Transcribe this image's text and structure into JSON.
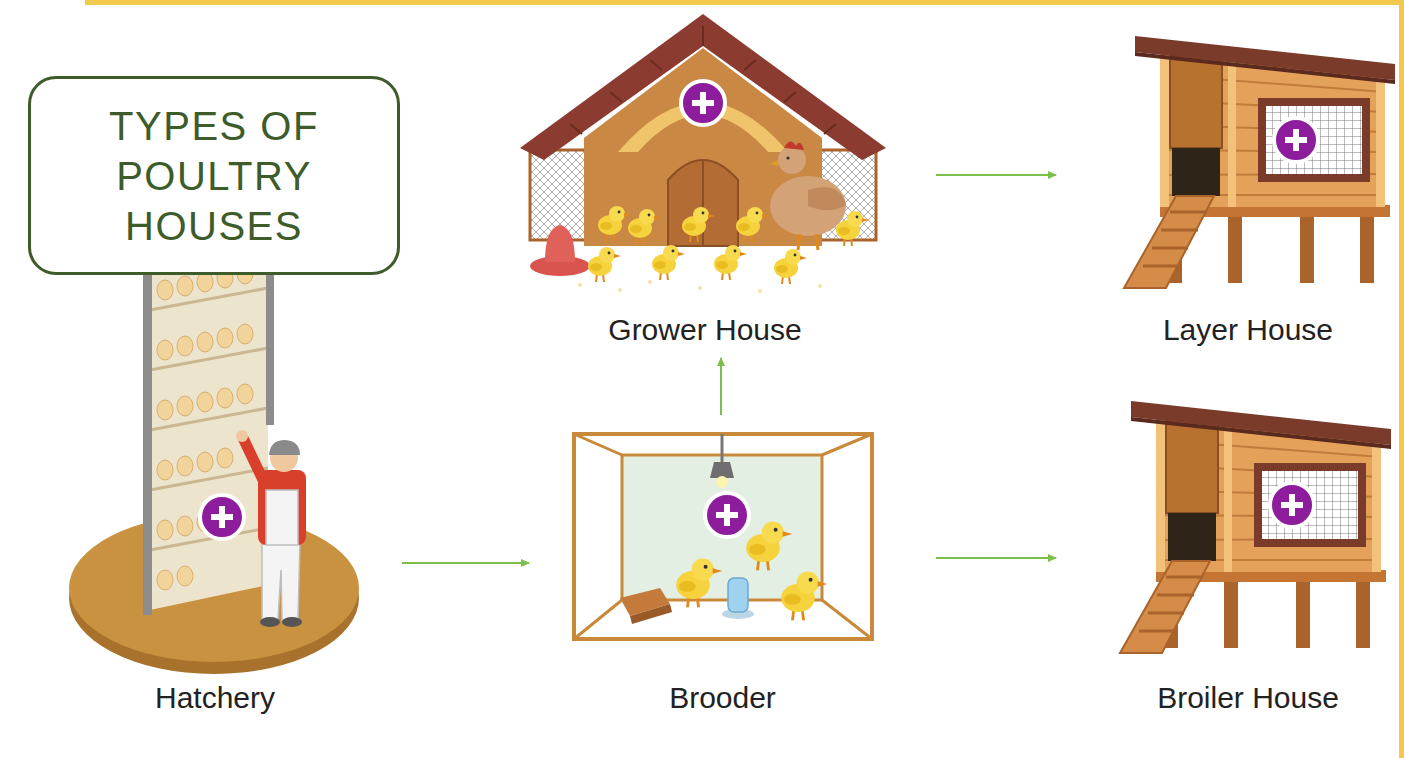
{
  "diagram": {
    "title": "TYPES OF POULTRY HOUSES",
    "nodes": [
      {
        "text": [
          "Grower House"
        ]
      },
      {
        "text": [
          "Layer House"
        ]
      },
      {
        "text": [
          "Hatchery"
        ]
      },
      {
        "text": [
          "Brooder"
        ]
      },
      {
        "text": [
          "Broiler House"
        ]
      }
    ],
    "edges": [
      {
        "from": 2,
        "to": 3,
        "arrow": "to"
      },
      {
        "from": 3,
        "to": 0,
        "arrow": "to"
      },
      {
        "from": 3,
        "to": 4,
        "arrow": "to"
      },
      {
        "from": 0,
        "to": 1,
        "arrow": "to"
      }
    ]
  }
}
